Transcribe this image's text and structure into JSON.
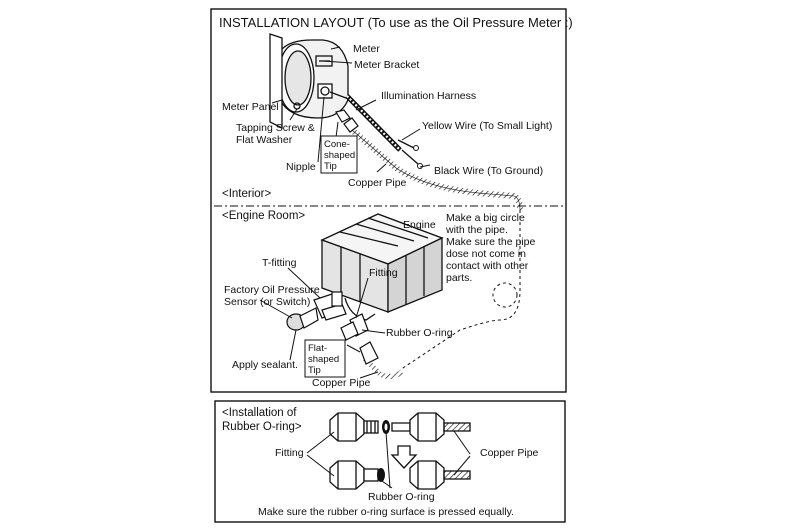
{
  "layout_panel": {
    "title": "INSTALLATION LAYOUT (To use as the Oil Pressure Meter :)",
    "interior_label": "<Interior>",
    "engine_room_label": "<Engine Room>",
    "labels": {
      "meter": "Meter",
      "meter_bracket": "Meter Bracket",
      "meter_panel": "Meter Panel",
      "illumination_harness": "Illumination Harness",
      "yellow_wire": "Yellow Wire (To Small Light)",
      "tapping_screw_line1": "Tapping Screw &",
      "tapping_screw_line2": "Flat Washer",
      "nipple": "Nipple",
      "cone_tip_line1": "Cone-",
      "cone_tip_line2": "shaped",
      "cone_tip_line3": "Tip",
      "black_wire": "Black Wire (To Ground)",
      "copper_pipe_top": "Copper Pipe",
      "engine": "Engine",
      "note_line1": "Make a big circle",
      "note_line2": "with the pipe.",
      "note_line3": "Make sure the pipe",
      "note_line4": "dose not come in",
      "note_line5": "contact with other",
      "note_line6": "parts.",
      "t_fitting": "T-fitting",
      "fitting": "Fitting",
      "factory_sensor_line1": "Factory Oil Pressure",
      "factory_sensor_line2": "Sensor (or Switch)",
      "rubber_oring": "Rubber O-ring",
      "flat_tip_line1": "Flat-",
      "flat_tip_line2": "shaped",
      "flat_tip_line3": "Tip",
      "apply_sealant": "Apply sealant.",
      "copper_pipe_bottom": "Copper Pipe"
    }
  },
  "oring_panel": {
    "title_line1": "<Installation of",
    "title_line2": "Rubber O-ring>",
    "fitting": "Fitting",
    "copper_pipe": "Copper Pipe",
    "rubber_oring": "Rubber O-ring",
    "footer": "Make sure the rubber o-ring surface is pressed equally."
  },
  "colors": {
    "ink": "#111111",
    "background": "#ffffff",
    "shade": "#bdbdbd"
  }
}
